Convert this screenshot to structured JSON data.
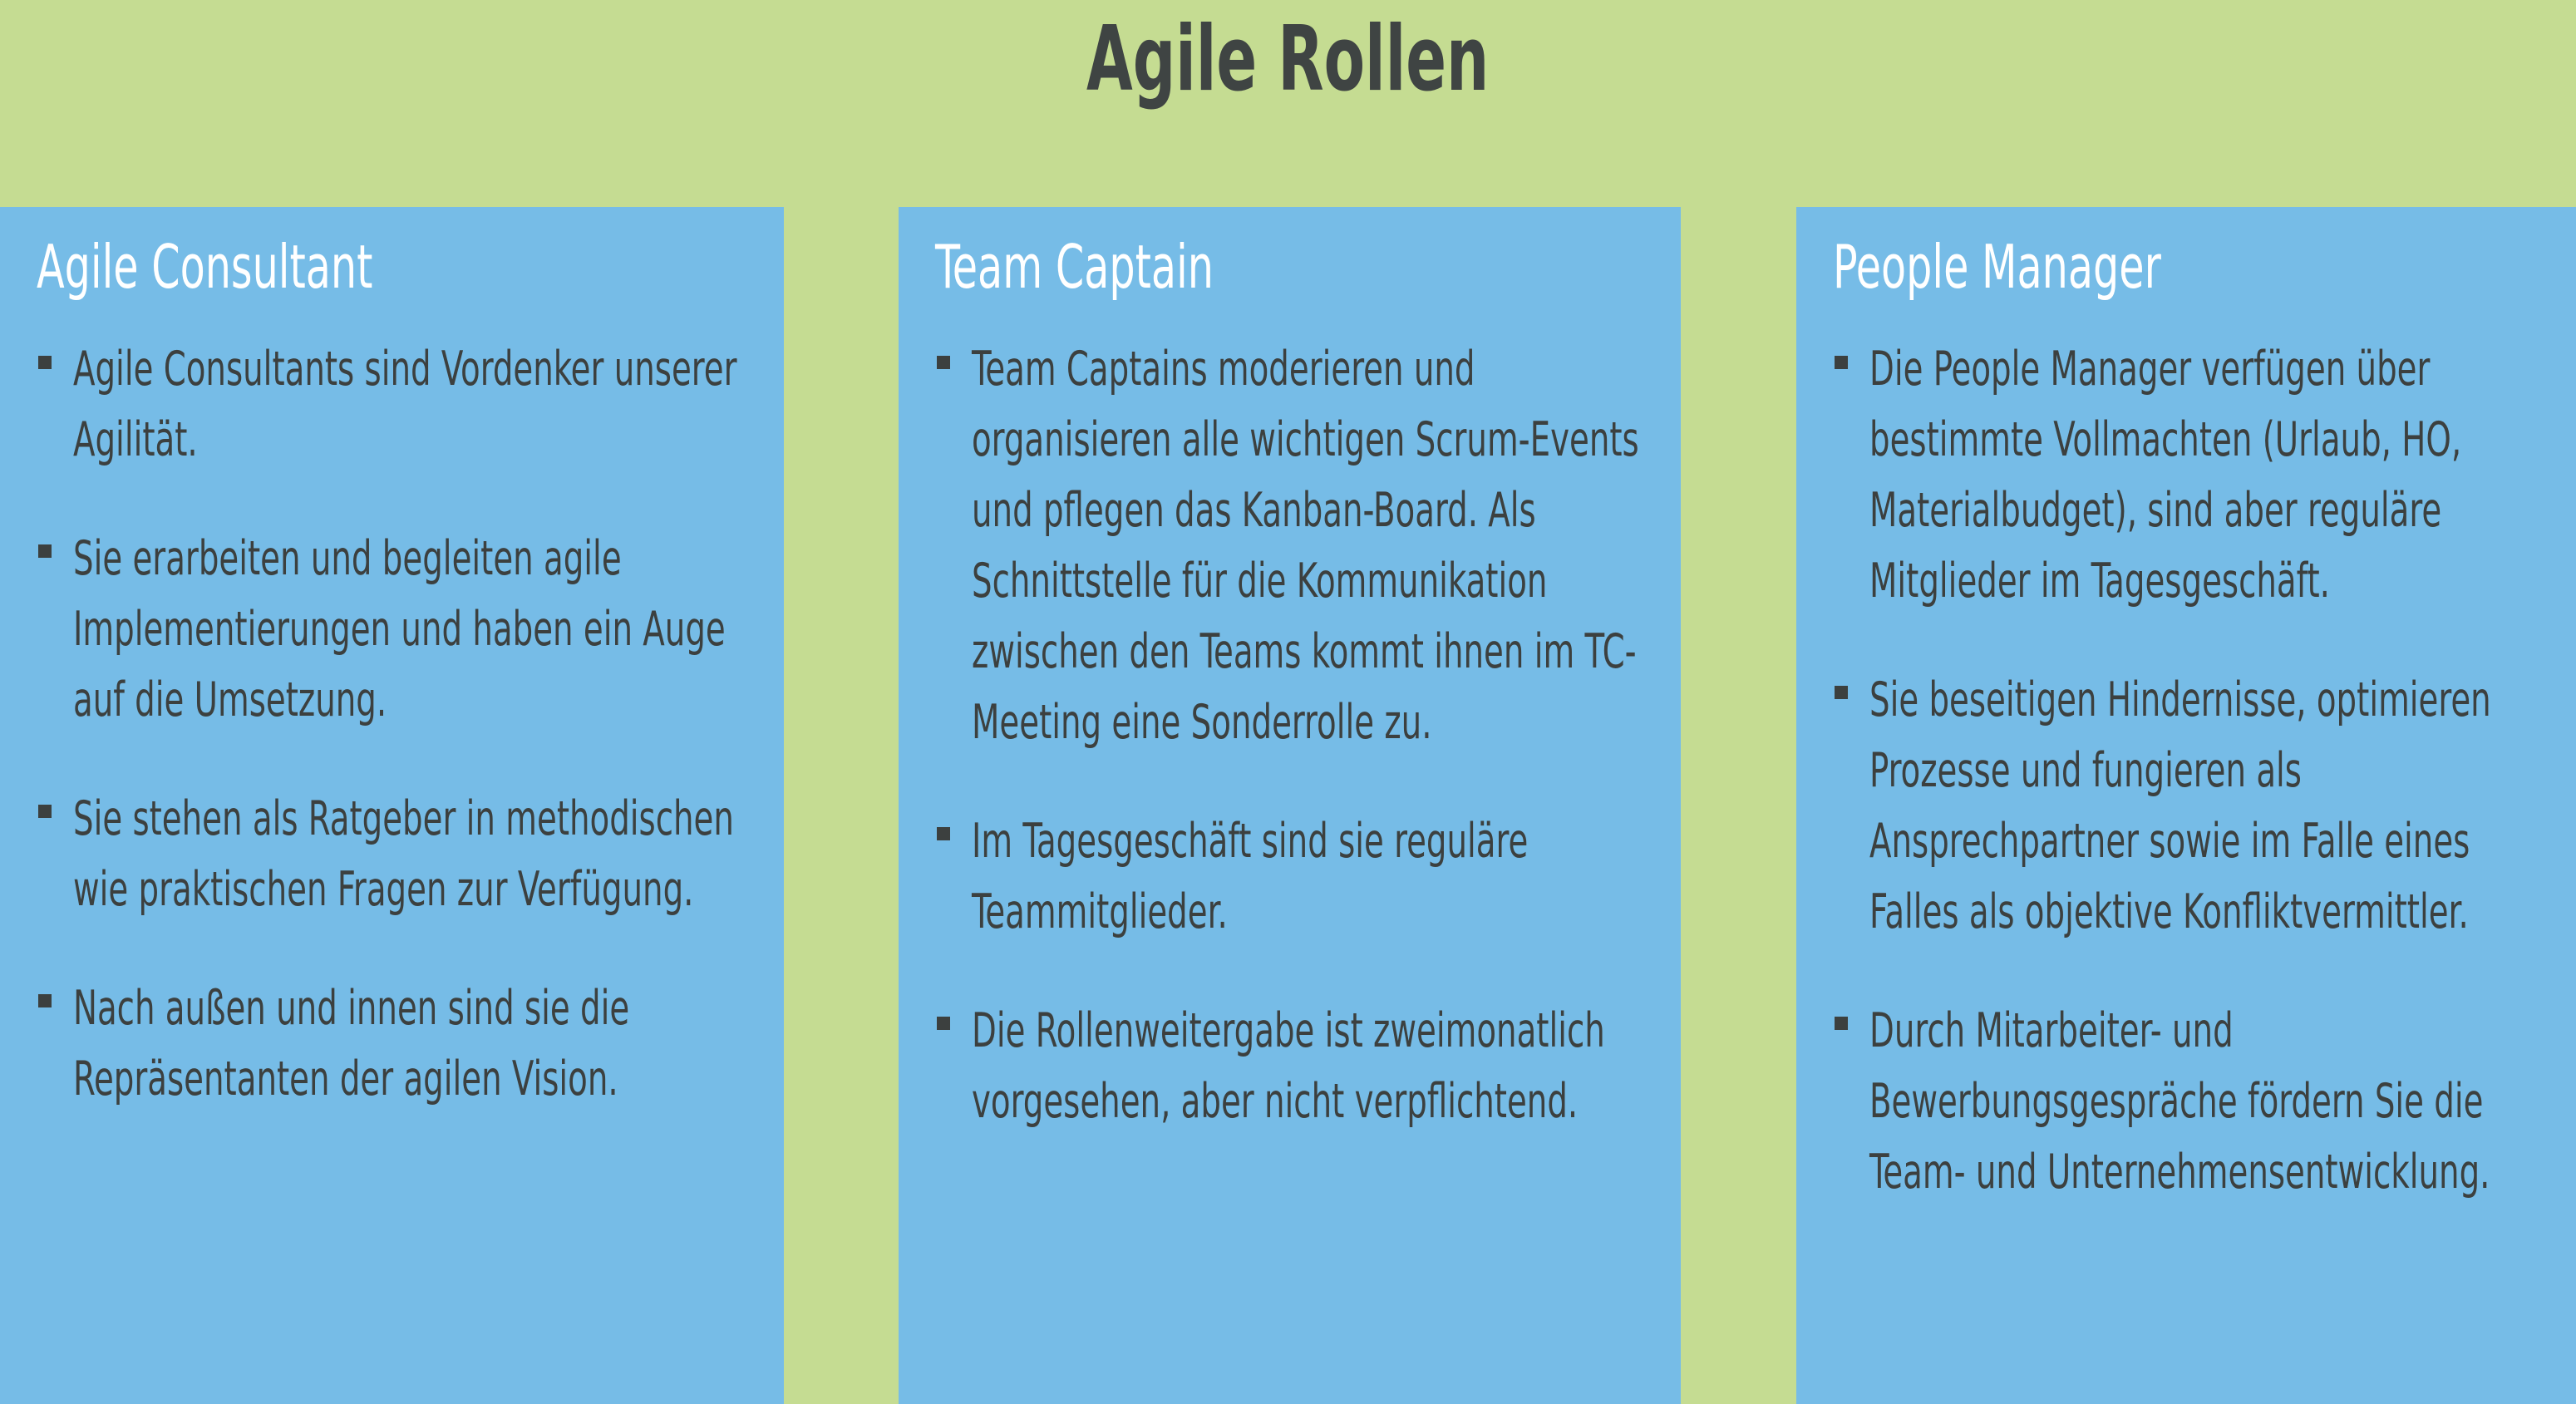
{
  "slide": {
    "title": "Agile Rollen",
    "background_color": "#c5dc92",
    "card_color": "#76bce7",
    "title_color": "#3f4443",
    "card_title_color": "#ffffff",
    "body_text_color": "#3c403f",
    "bullet_glyph": "square-bullet"
  },
  "columns": [
    {
      "title": "Agile Consultant",
      "bullets": [
        "Agile Consultants sind Vordenker unserer Agilität.",
        "Sie erarbeiten und begleiten agile Implementierungen und haben ein Auge auf die Umsetzung.",
        "Sie stehen als Ratgeber in methodischen wie praktischen Fragen zur Verfügung.",
        "Nach außen  und innen sind sie die Repräsentanten der agilen Vision."
      ]
    },
    {
      "title": "Team Captain",
      "bullets": [
        "Team Captains moderieren und organisieren alle wichtigen Scrum-Events und pflegen das Kanban-Board. Als Schnittstelle für die Kommunikation zwischen den Teams kommt ihnen im TC-Meeting eine Sonderrolle zu.",
        "Im Tagesgeschäft sind sie reguläre Teammitglieder.",
        "Die Rollenweitergabe ist zweimonatlich vorgesehen, aber nicht verpflichtend."
      ]
    },
    {
      "title": "People Manager",
      "bullets": [
        "Die People Manager verfügen über bestimmte Vollmachten (Urlaub, HO, Materialbudget), sind aber reguläre Mitglieder im Tagesgeschäft.",
        "Sie beseitigen Hindernisse, optimieren Prozesse und fungieren als Ansprechpartner sowie im Falle eines Falles als objektive Konfliktvermittler.",
        "Durch Mitarbeiter- und Bewerbungsgespräche fördern Sie die Team- und Unternehmensentwicklung."
      ]
    }
  ]
}
